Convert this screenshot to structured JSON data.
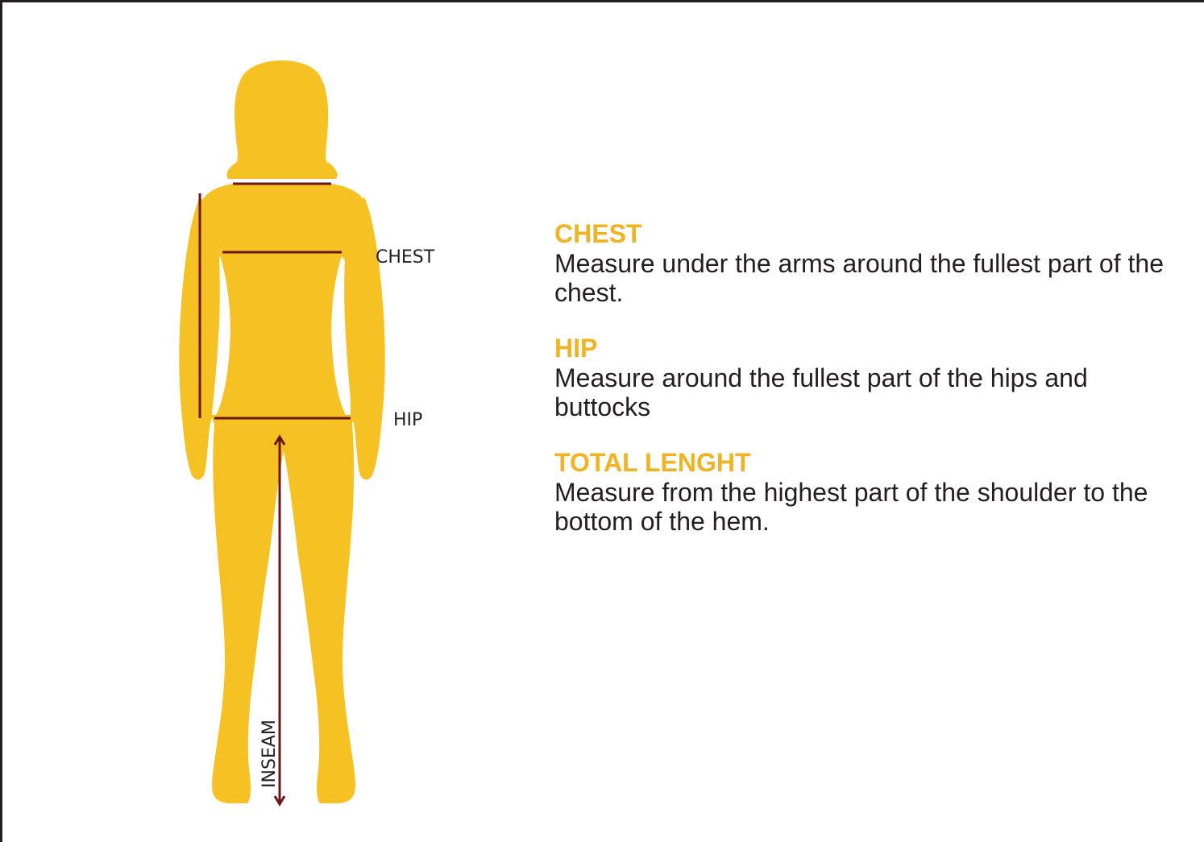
{
  "colors": {
    "body_fill": "#f6c122",
    "measure_line": "#6d1518",
    "heading": "#f0b323",
    "text": "#231f20",
    "border": "#231f20"
  },
  "diagram": {
    "labels": {
      "chest": "CHEST",
      "hip": "HIP",
      "inseam": "INSEAM"
    }
  },
  "sections": [
    {
      "title": "CHEST",
      "description": "Measure under the arms around the fullest part of the chest."
    },
    {
      "title": "HIP",
      "description": "Measure around the fullest part of the hips and buttocks"
    },
    {
      "title": "TOTAL LENGHT",
      "description": "Measure from the highest part of the shoulder to the bottom of the hem."
    }
  ]
}
